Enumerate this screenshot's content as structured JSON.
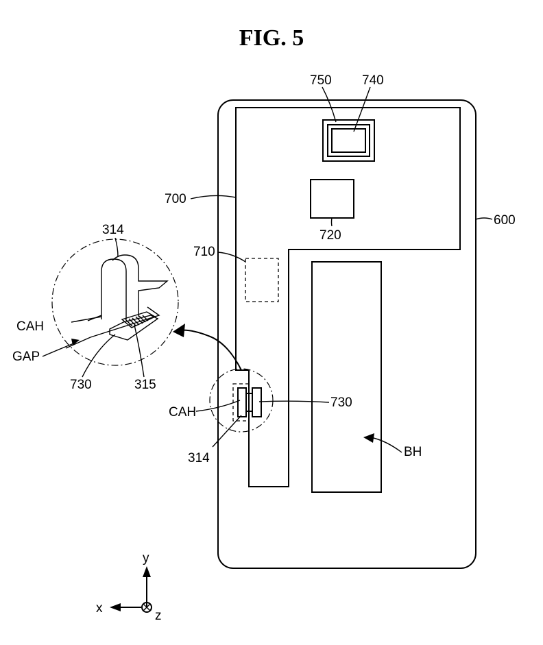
{
  "figure": {
    "title": "FIG. 5",
    "labels": {
      "l750": "750",
      "l740": "740",
      "l700": "700",
      "l720": "720",
      "l600": "600",
      "l710": "710",
      "l314_detail": "314",
      "l_cah_detail": "CAH",
      "l_gap": "GAP",
      "l730_detail": "730",
      "l315": "315",
      "l_cah_main": "CAH",
      "l730_main": "730",
      "l314_main": "314",
      "l_bh": "BH"
    },
    "axes": {
      "y": "y",
      "x": "x",
      "z": "z"
    }
  }
}
